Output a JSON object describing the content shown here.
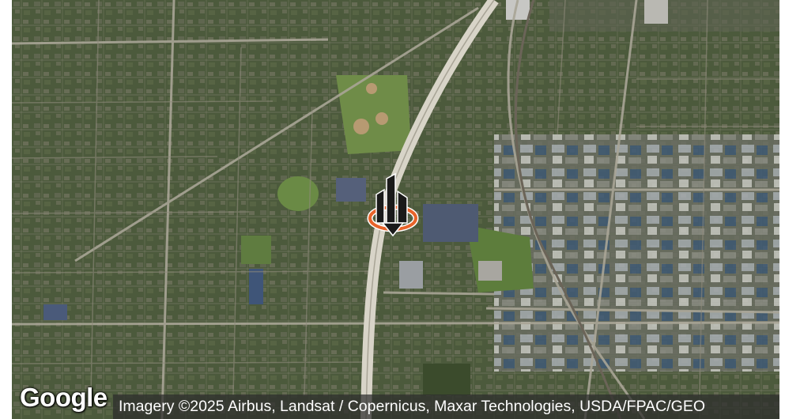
{
  "map": {
    "type": "satellite",
    "colors": {
      "vegetation": "#4a5a3a",
      "park": "#6a8a4a",
      "road": "#b9b4a6",
      "highway": "#d6d2c8",
      "roof": "#9aa0a8",
      "marker_dark": "#1a1a1a",
      "marker_ring": "#e8632a"
    },
    "marker": {
      "icon": "building-pin-icon"
    }
  },
  "branding": {
    "logo_text": "Google",
    "attribution": "Imagery ©2025 Airbus, Landsat / Copernicus, Maxar Technologies, USDA/FPAC/GEO"
  }
}
